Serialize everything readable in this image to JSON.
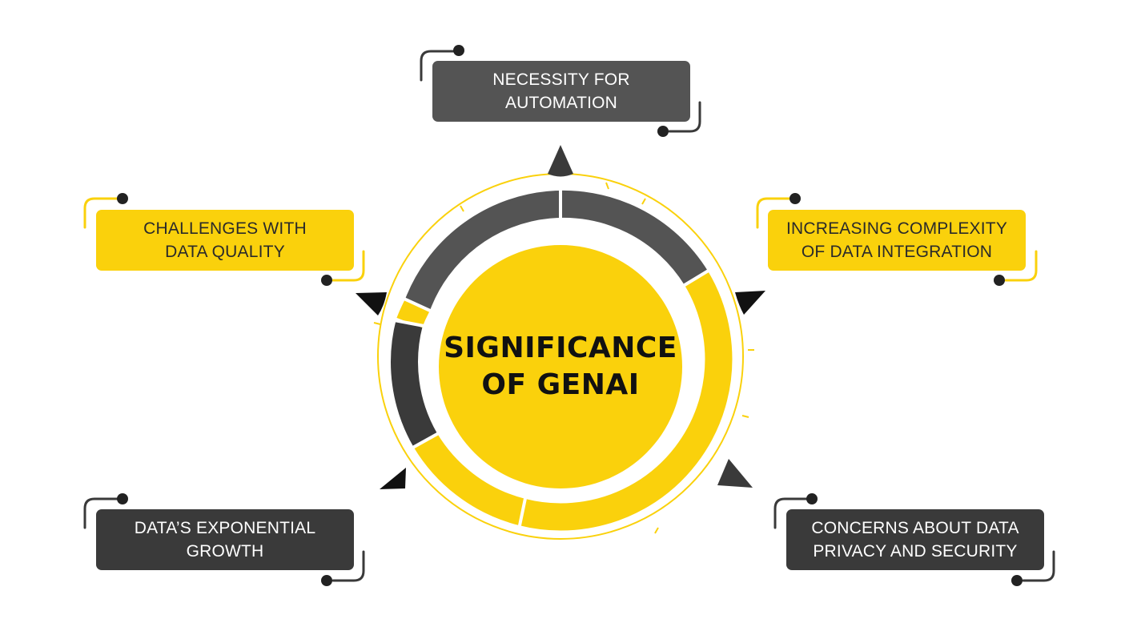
{
  "title": {
    "line1": "SIGNIFICANCE",
    "line2": "OF GENAI"
  },
  "items": [
    {
      "id": "automation",
      "line1": "NECESSITY FOR",
      "line2": "AUTOMATION",
      "color": "#545454"
    },
    {
      "id": "data-quality",
      "line1": "CHALLENGES WITH",
      "line2": "DATA QUALITY",
      "color": "#fad10c"
    },
    {
      "id": "integration",
      "line1": "INCREASING COMPLEXITY",
      "line2": "OF DATA INTEGRATION",
      "color": "#fad10c"
    },
    {
      "id": "growth",
      "line1": "DATA’S EXPONENTIAL",
      "line2": "GROWTH",
      "color": "#3a3a3a"
    },
    {
      "id": "privacy",
      "line1": "CONCERNS ABOUT DATA",
      "line2": "PRIVACY AND SECURITY",
      "color": "#3a3a3a"
    }
  ],
  "colors": {
    "accent": "#fad10c",
    "dark": "#3a3a3a",
    "gray": "#545454",
    "background": "#ffffff"
  }
}
